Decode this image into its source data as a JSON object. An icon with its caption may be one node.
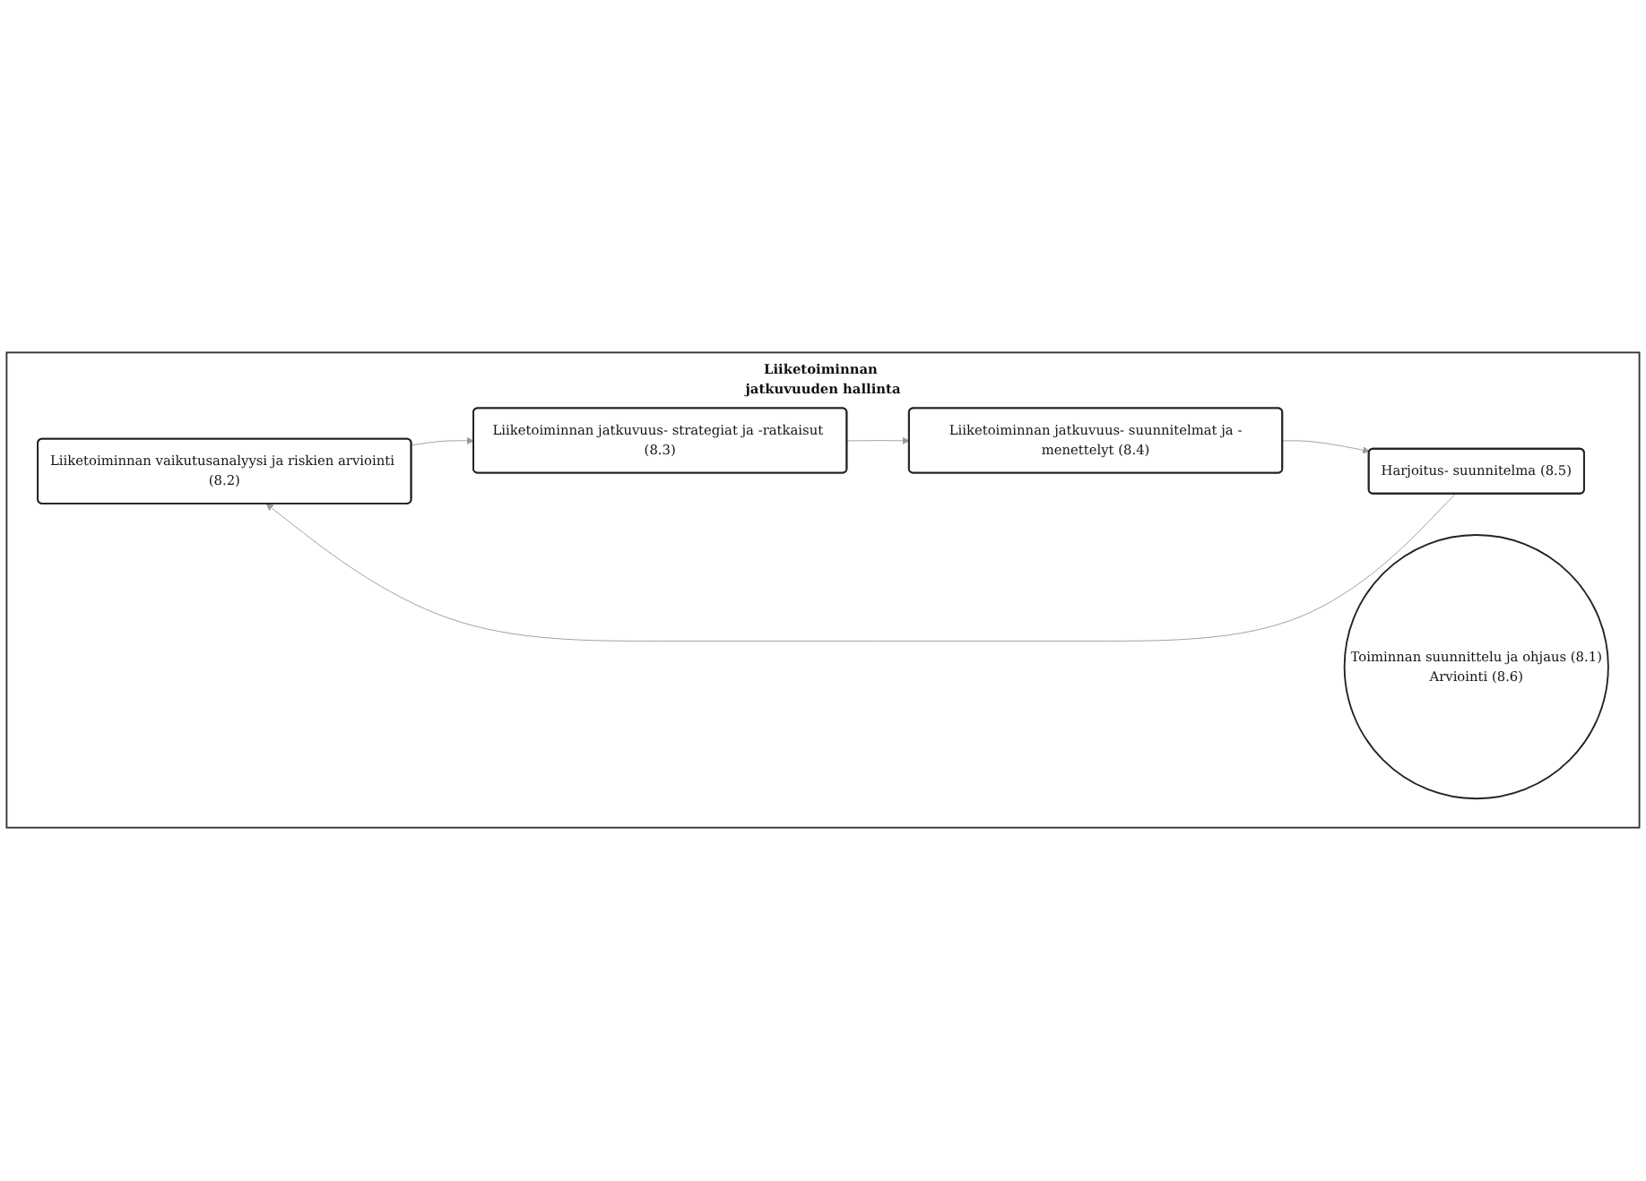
{
  "diagram": {
    "nodes": [
      {
        "text": [
          "Liiketoiminnan jatkuvuuden hallinta"
        ]
      },
      {
        "text": [
          "Liiketoiminnan vaikutusanalyysi ja riskien arviointi (8.2)"
        ],
        "in": 0
      },
      {
        "text": [
          "Liiketoiminnan jatkuvuus- strategiat ja -ratkaisut (8.3)"
        ],
        "in": 0
      },
      {
        "text": [
          "Liiketoiminnan jatkuvuus- suunnitelmat ja -menettelyt (8.4)"
        ],
        "in": 0
      },
      {
        "text": [
          "Harjoitus- suunnitelma (8.5)"
        ],
        "in": 0
      },
      {
        "text": [
          "Toiminnan suunnittelu ja ohjaus (8.1)",
          "Arviointi (8.6)"
        ],
        "in": 0
      }
    ],
    "edges": [
      {
        "from": 1,
        "to": 2,
        "arrow": "to"
      },
      {
        "from": 2,
        "to": 3,
        "arrow": "to"
      },
      {
        "from": 3,
        "to": 4,
        "arrow": "to"
      },
      {
        "from": 4,
        "to": 1,
        "arrow": "to"
      }
    ]
  }
}
